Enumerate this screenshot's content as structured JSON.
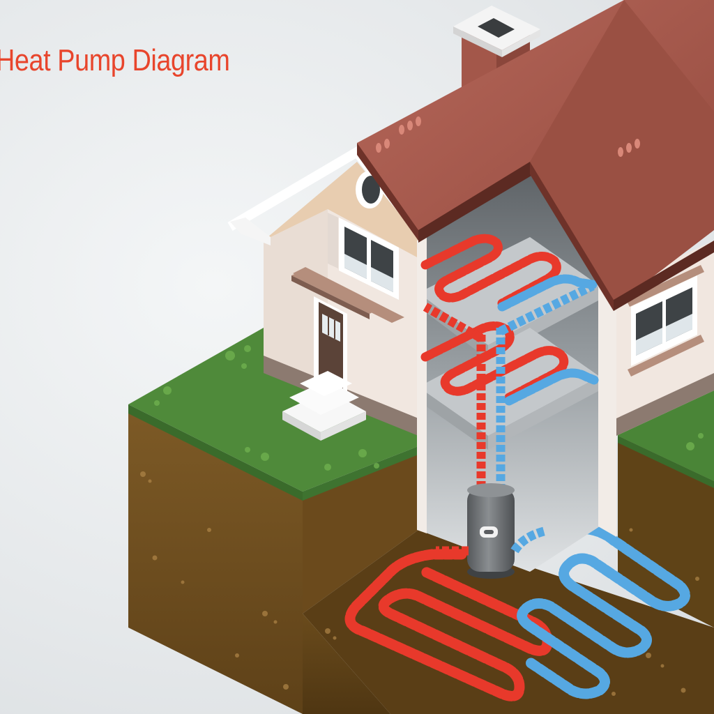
{
  "title": "Heat Pump Diagram",
  "colors": {
    "title": "#e8452c",
    "roof": "#a3574a",
    "roof_dark": "#7e3a30",
    "wall": "#efe4dc",
    "wall_shade": "#ddcdc2",
    "trim": "#a07b6c",
    "grass": "#4f8a3a",
    "grass_dark": "#3e7330",
    "soil": "#74511f",
    "soil_dark": "#5a3d15",
    "warm_pipe": "#e8392b",
    "cool_pipe": "#56a8e2",
    "interior": "#c9cdd0",
    "pump": "#6f7275"
  },
  "icons": [
    "house-illustration",
    "heat-pump-unit",
    "ground-loop-pipes",
    "chimney",
    "door",
    "windows"
  ]
}
